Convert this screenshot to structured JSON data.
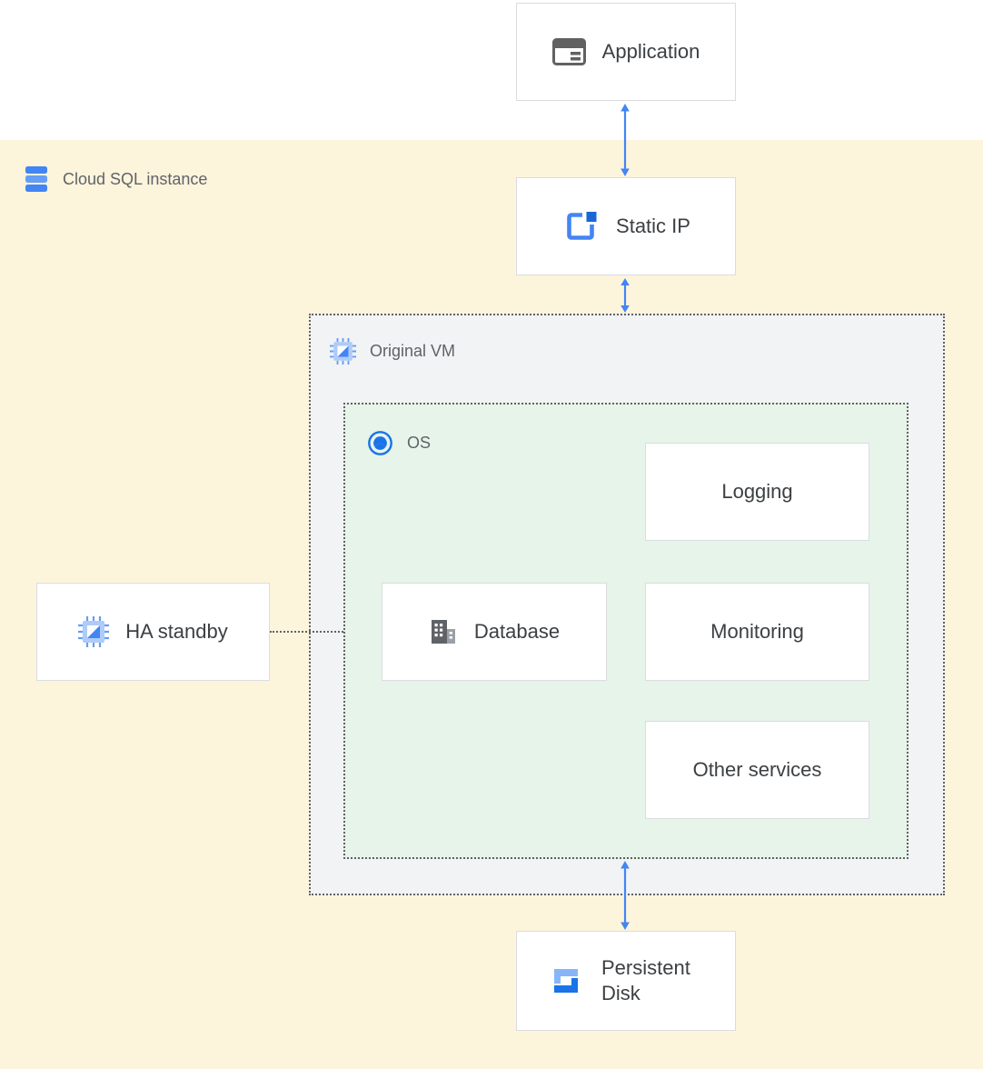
{
  "diagram": {
    "region_label": {
      "label": "Cloud SQL instance",
      "icon": "cloud-sql-icon"
    },
    "nodes": {
      "application": {
        "label": "Application",
        "icon": "application-window-icon"
      },
      "static_ip": {
        "label": "Static IP",
        "icon": "static-ip-icon"
      },
      "original_vm": {
        "label": "Original VM",
        "icon": "vm-chip-icon"
      },
      "os": {
        "label": "OS",
        "icon": "os-icon"
      },
      "logging": {
        "label": "Logging"
      },
      "database": {
        "label": "Database",
        "icon": "database-building-icon"
      },
      "monitoring": {
        "label": "Monitoring"
      },
      "other_services": {
        "label": "Other services"
      },
      "ha_standby": {
        "label": "HA standby",
        "icon": "vm-chip-icon"
      },
      "persistent_disk": {
        "label": "Persistent Disk",
        "icon": "persistent-disk-icon"
      }
    },
    "connections": [
      "Application <-> Static IP",
      "Static IP <-> Original VM",
      "OS <-> Persistent Disk",
      "HA standby -- Original VM (dashed)"
    ],
    "colors": {
      "cloud_sql_region_bg": "#fdf4dc",
      "vm_bg": "#f1f3f4",
      "os_bg": "#e6f4ea",
      "box_border": "#dadce0",
      "dashed_border": "#5f6368",
      "arrow_blue": "#4285f4",
      "container_label_text": "#5f6368",
      "node_text": "#3c4043"
    }
  }
}
